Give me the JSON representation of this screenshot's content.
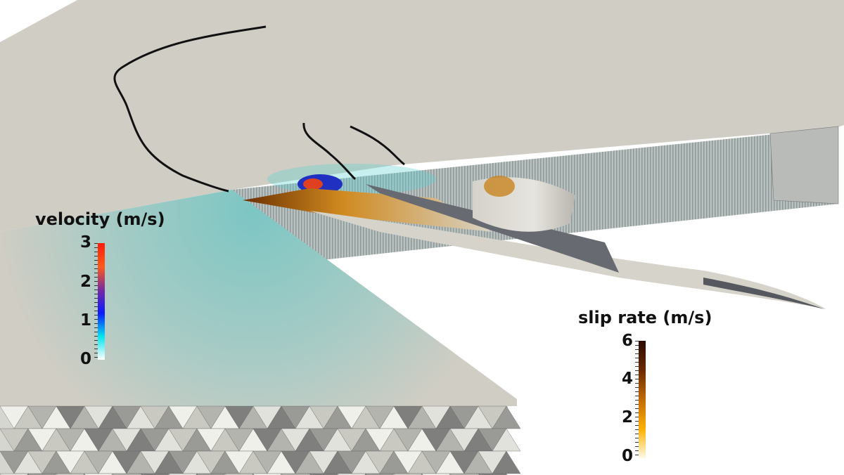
{
  "velocity_colorbar": {
    "title": "velocity (m/s)",
    "ticks": [
      "3",
      "2",
      "1",
      "0"
    ],
    "colors": [
      "#ffffff",
      "#00e5f0",
      "#0a1aff",
      "#7a2aa0",
      "#ff5a1a",
      "#ff1a0a"
    ]
  },
  "slip_rate_colorbar": {
    "title": "slip rate (m/s)",
    "ticks": [
      "6",
      "4",
      "2",
      "0"
    ],
    "colors": [
      "#fffbe8",
      "#ffb000",
      "#c06a00",
      "#6a2a00",
      "#2a0a00"
    ]
  }
}
